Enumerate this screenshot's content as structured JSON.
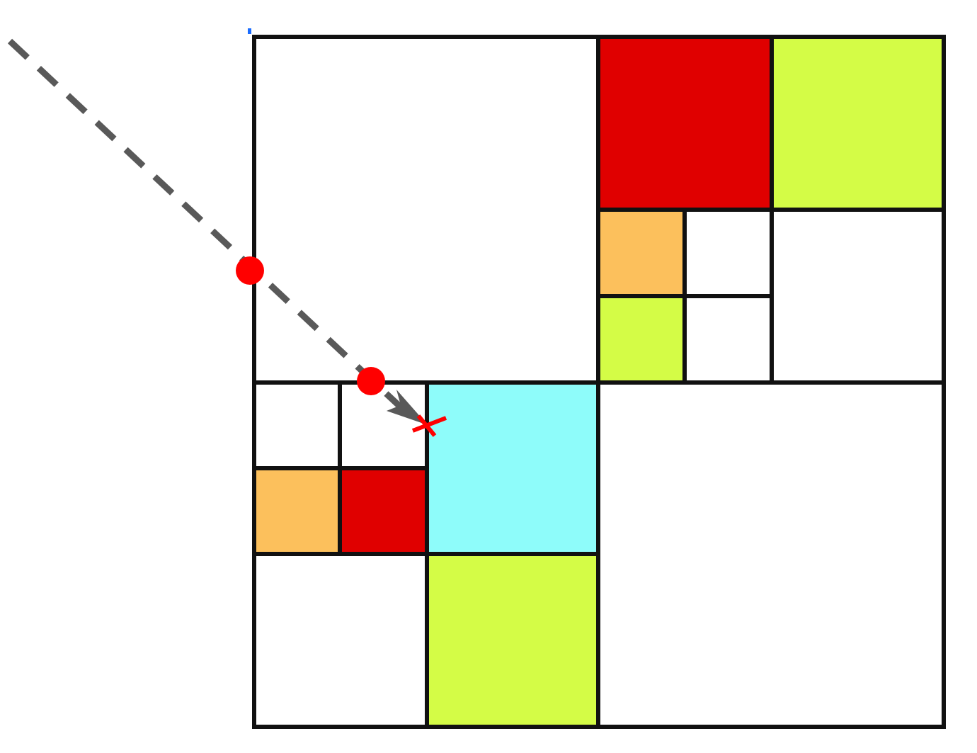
{
  "diagram": {
    "kind": "quadtree-ray-traversal",
    "colors": {
      "cell_border": "#111111",
      "empty": "#ffffff",
      "red": "#e00000",
      "yellow_green": "#d4fc46",
      "orange": "#fcc05c",
      "cyan": "#8efcfa",
      "ray": "#595959",
      "intersection_point": "#ff0000",
      "target_marker": "#ff0000",
      "corner_mark": "#1a6cff"
    },
    "cells": [
      {
        "id": "root-nw",
        "fill": "empty"
      },
      {
        "id": "ne-nw",
        "fill": "red"
      },
      {
        "id": "ne-ne",
        "fill": "yellow_green"
      },
      {
        "id": "ne-sw-nw",
        "fill": "orange"
      },
      {
        "id": "ne-sw-ne",
        "fill": "empty"
      },
      {
        "id": "ne-sw-sw",
        "fill": "yellow_green"
      },
      {
        "id": "ne-sw-se",
        "fill": "empty"
      },
      {
        "id": "ne-se",
        "fill": "empty"
      },
      {
        "id": "sw-nw-nw",
        "fill": "empty"
      },
      {
        "id": "sw-nw-ne",
        "fill": "empty"
      },
      {
        "id": "sw-nw-sw",
        "fill": "orange"
      },
      {
        "id": "sw-nw-se",
        "fill": "red"
      },
      {
        "id": "sw-ne",
        "fill": "cyan"
      },
      {
        "id": "sw-sw",
        "fill": "empty"
      },
      {
        "id": "sw-se",
        "fill": "yellow_green"
      },
      {
        "id": "root-se",
        "fill": "empty"
      }
    ],
    "ray": {
      "style": "dashed",
      "ends_with": "arrowhead"
    },
    "intersection_points": 2,
    "target_marker": "cross"
  }
}
